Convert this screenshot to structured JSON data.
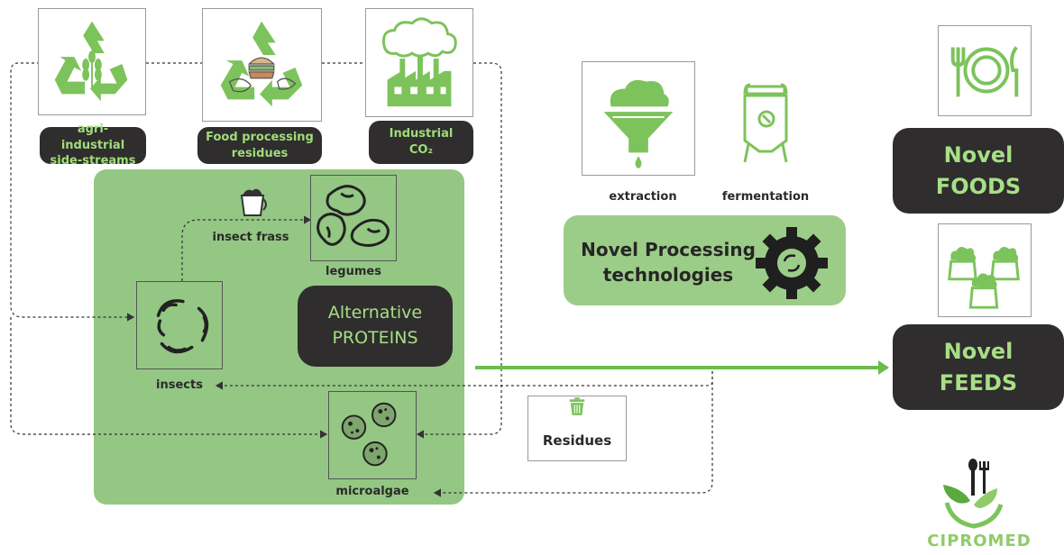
{
  "sources": {
    "agri": {
      "label": "agri-industrial side-streams",
      "icon": "recycle-wheat-icon"
    },
    "food": {
      "label": "Food processing residues",
      "icon": "recycle-food-icon"
    },
    "co2": {
      "label_main": "Industrial",
      "label_sub": "CO₂",
      "icon": "factory-icon"
    }
  },
  "alt_proteins": {
    "line1": "Alternative",
    "line2": "PROTEINS",
    "insects": "insects",
    "legumes": "legumes",
    "microalgae": "microalgae",
    "insect_frass": "insect frass"
  },
  "processing": {
    "extraction": "extraction",
    "fermentation": "fermentation",
    "title_line1": "Novel Processing",
    "title_line2": "technologies"
  },
  "residues": {
    "label": "Residues"
  },
  "outputs": {
    "foods": {
      "line1": "Novel",
      "line2": "FOODS"
    },
    "feeds": {
      "line1": "Novel",
      "line2": "FEEDS"
    }
  },
  "brand": {
    "name": "CIPROMED"
  },
  "colors": {
    "green": "#94c783",
    "icon_green": "#7cc35b",
    "dark": "#2f2d2d",
    "light_green_text": "#a7df86",
    "arrow_green": "#6bbd4b"
  }
}
